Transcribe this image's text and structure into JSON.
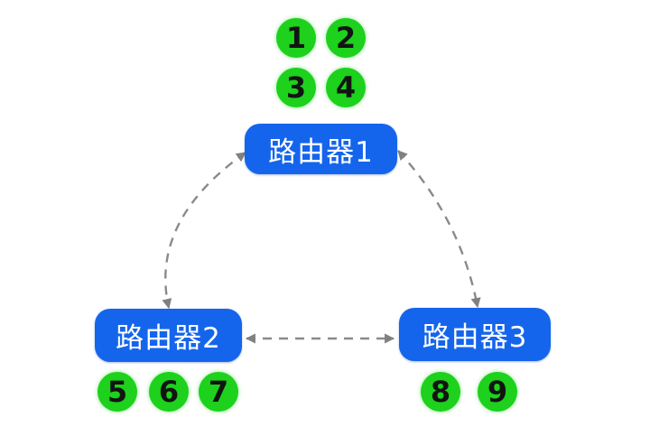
{
  "diagram": {
    "type": "network-topology",
    "background": "#ffffff",
    "colors": {
      "router_fill": "#1565ec",
      "router_text": "#ffffff",
      "port_fill": "#1dd11d",
      "port_text": "#121412",
      "link_stroke": "#8a8a8a"
    },
    "routers": [
      {
        "id": "router1",
        "label": "路由器1",
        "ports": [
          "1",
          "2",
          "3",
          "4"
        ]
      },
      {
        "id": "router2",
        "label": "路由器2",
        "ports": [
          "5",
          "6",
          "7"
        ]
      },
      {
        "id": "router3",
        "label": "路由器3",
        "ports": [
          "8",
          "9"
        ]
      }
    ],
    "links": [
      {
        "from": "路由器1",
        "to": "路由器2",
        "style": "dashed",
        "bidirectional": true,
        "shape": "curved"
      },
      {
        "from": "路由器1",
        "to": "路由器3",
        "style": "dashed",
        "bidirectional": true,
        "shape": "curved"
      },
      {
        "from": "路由器2",
        "to": "路由器3",
        "style": "dashed",
        "bidirectional": true,
        "shape": "straight"
      }
    ]
  }
}
